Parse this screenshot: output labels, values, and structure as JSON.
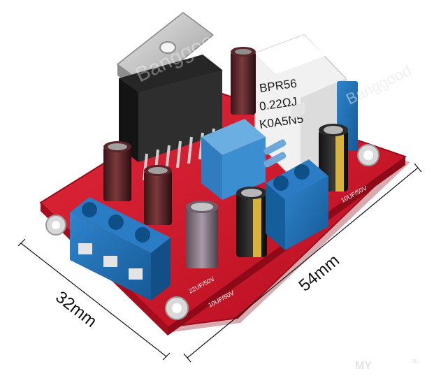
{
  "photo": {
    "dimension_width": "54mm",
    "dimension_depth": "32mm",
    "resistor_marking_line1": "BPR56",
    "resistor_marking_line2": "0.22ΩJ",
    "resistor_marking_line3": "K0A5N5",
    "silk_cap_left": "22UF/50V",
    "silk_cap_bottom": "10UF/50V",
    "silk_cap_right": "10UF/50V",
    "watermark_top": "Banggood",
    "watermark_right": "Banggood",
    "corner_mark": "MY",
    "corner_mark_suffix": "Ru"
  },
  "colors": {
    "pcb": "#d01227",
    "terminal_blue": "#1f6fb3",
    "film_cap": "#3f90cf",
    "heatsink": "#bfbfbf"
  }
}
